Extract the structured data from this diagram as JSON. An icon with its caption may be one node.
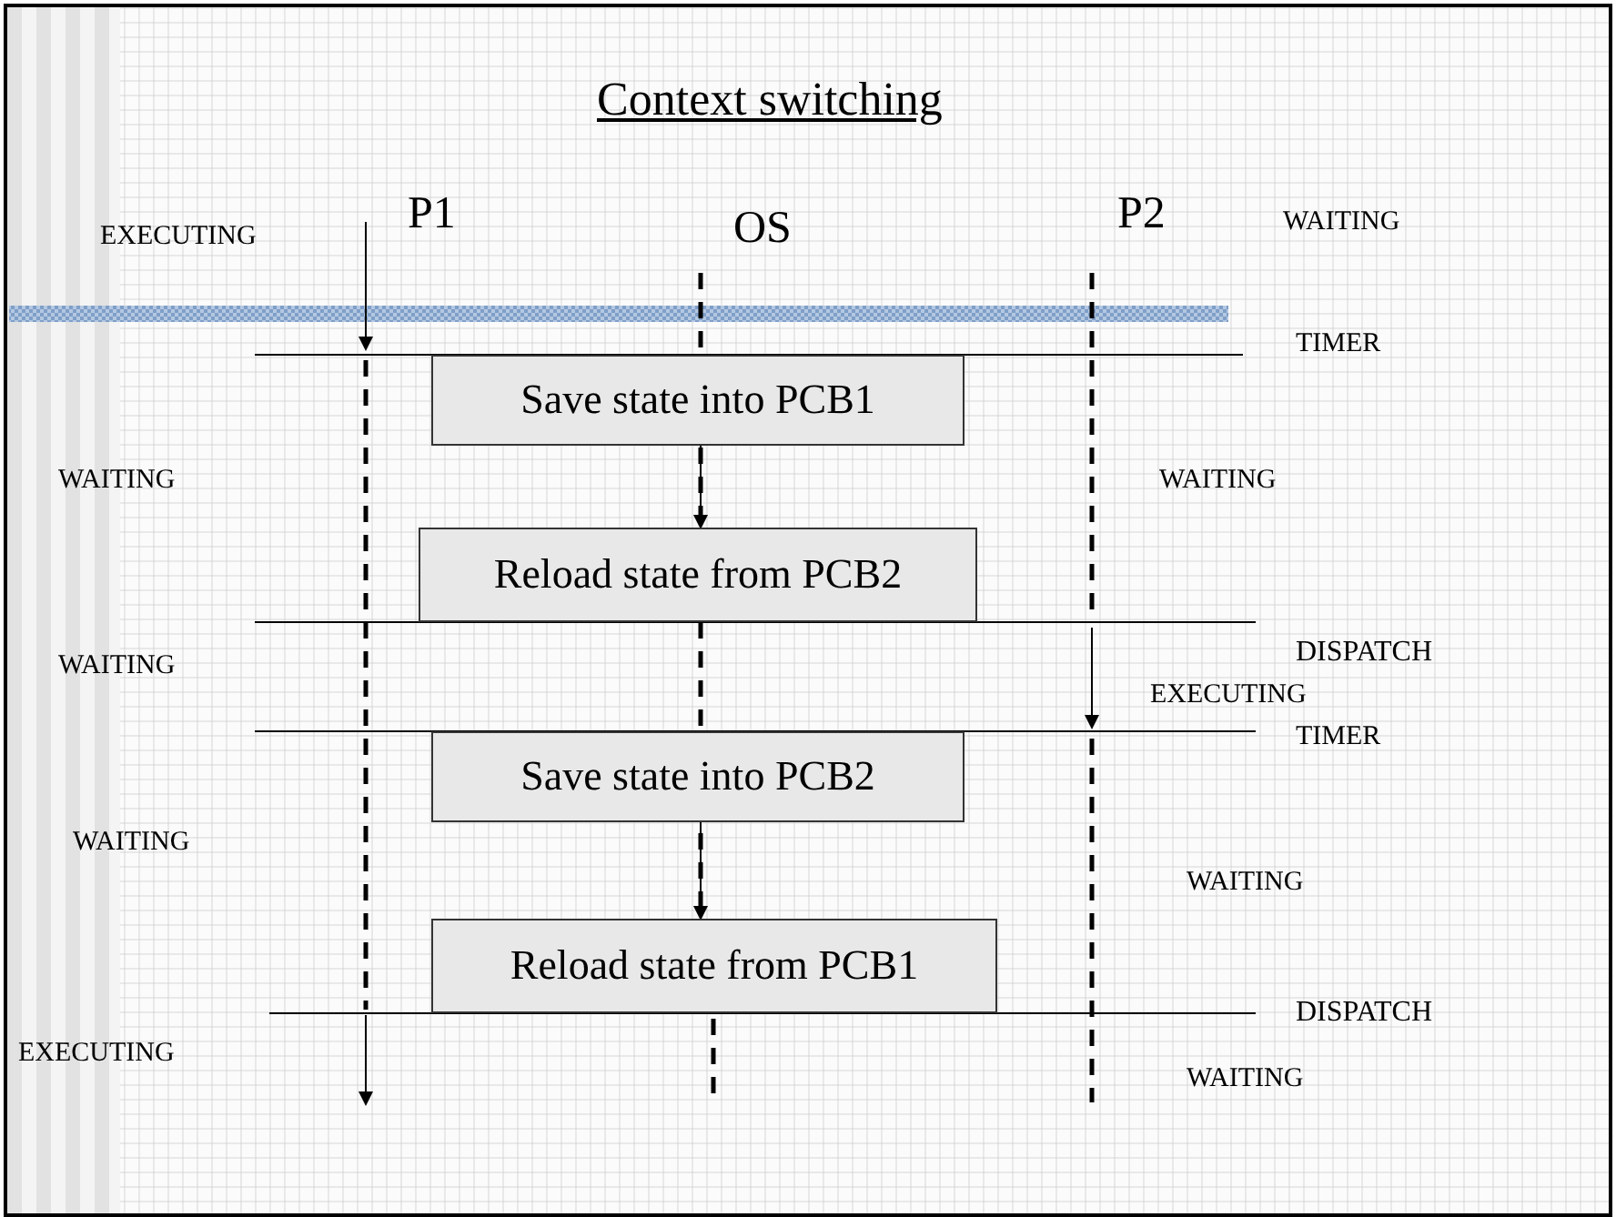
{
  "diagram": {
    "title": "Context switching",
    "nodes": [
      {
        "text": [
          "Save state into PCB1"
        ]
      },
      {
        "text": [
          "Reload state from PCB2"
        ]
      },
      {
        "text": [
          "Save state into PCB2"
        ]
      },
      {
        "text": [
          "Reload state from PCB1"
        ]
      }
    ],
    "edges": [
      {
        "from": 0,
        "to": 1,
        "arrow": "to"
      },
      {
        "from": 2,
        "to": 3,
        "arrow": "to"
      }
    ],
    "labels": [
      "EXECUTING",
      "P1",
      "OS",
      "P2",
      "WAITING",
      "TIMER",
      "WAITING",
      "WAITING",
      "DISPATCH",
      "WAITING",
      "EXECUTING",
      "TIMER",
      "WAITING",
      "WAITING",
      "DISPATCH",
      "EXECUTING",
      "WAITING"
    ]
  }
}
